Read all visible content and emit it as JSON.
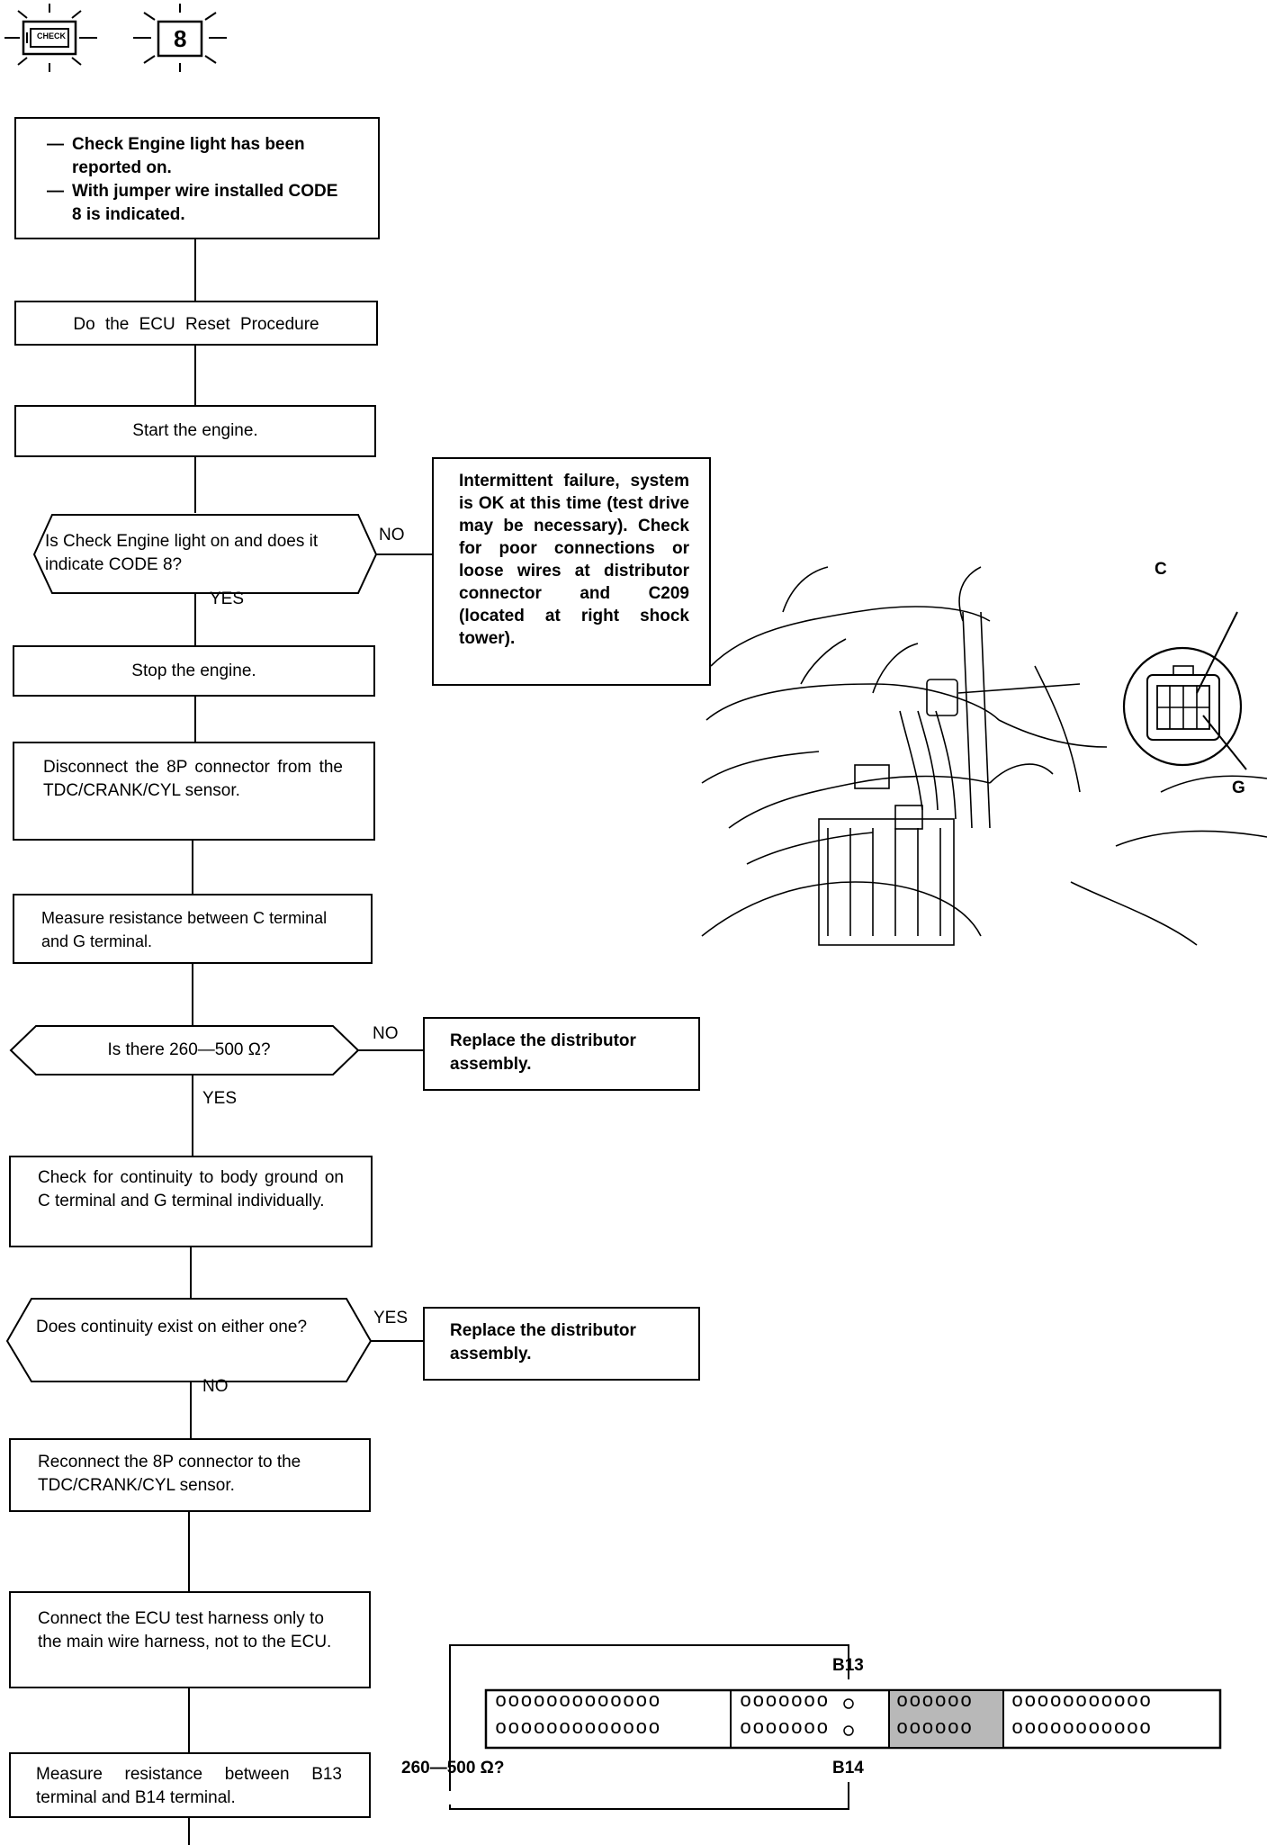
{
  "header": {
    "check_icon_text": "CHECK",
    "code_number": "8"
  },
  "flow": {
    "box_reported": [
      "Check Engine light has been reported on.",
      "With jumper wire installed CODE 8 is indicated."
    ],
    "box_reset": "Do the ECU Reset Procedure",
    "box_start": "Start the engine.",
    "decision1": "Is Check Engine light on and does it indicate CODE 8?",
    "box_intermittent": "Intermittent failure, system is OK at this time (test drive may be necessary). Check for poor connections or loose wires at distributor connector and C209 (located at right shock tower).",
    "box_stop": "Stop the engine.",
    "box_disconnect": "Disconnect the 8P connector from the TDC/CRANK/CYL sensor.",
    "box_measure_cg": "Measure resistance between C terminal and G terminal.",
    "decision2": "Is there 260—500 Ω?",
    "box_replace1": "Replace the distributor assembly.",
    "box_continuity": "Check for continuity to body ground on C terminal and G terminal individually.",
    "decision3": "Does continuity exist on either one?",
    "box_replace2": "Replace the distributor assembly.",
    "box_reconnect": "Reconnect the 8P connector to the TDC/CRANK/CYL sensor.",
    "box_connect_harness": "Connect the ECU test harness only to the main wire harness, not to the ECU.",
    "box_measure_b": "Measure resistance between B13 terminal and B14 terminal."
  },
  "labels": {
    "yes": "YES",
    "no": "NO"
  },
  "figure1": {
    "label_c": "C",
    "label_g": "G"
  },
  "figure2": {
    "label_b13": "B13",
    "label_b14": "B14",
    "resistance": "260—500 Ω?",
    "row_group1": "ooooooooooooo",
    "row_group2": "ooooooo",
    "row_group2b": "ooooooo",
    "row_group3": "oooooo",
    "row_group4": "ooooooooooo"
  }
}
